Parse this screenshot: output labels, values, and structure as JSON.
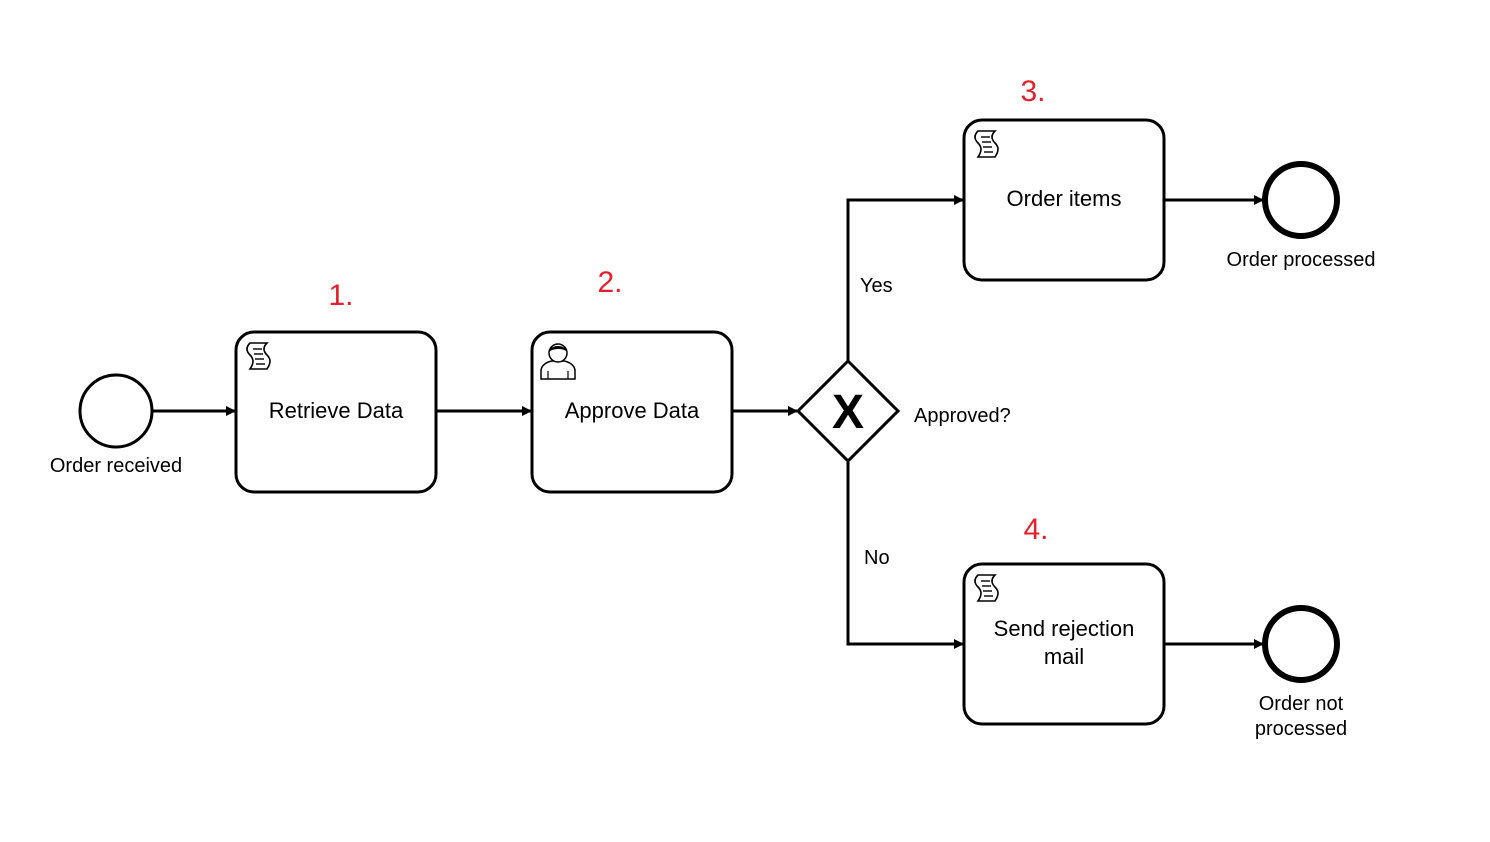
{
  "colors": {
    "step_number": "#e3202b",
    "stroke": "#000000",
    "background": "#ffffff"
  },
  "events": {
    "start": {
      "label": "Order received"
    },
    "end_processed": {
      "label": "Order processed"
    },
    "end_not_processed": {
      "label_line1": "Order not",
      "label_line2": "processed"
    }
  },
  "tasks": {
    "retrieve": {
      "number": "1.",
      "label": "Retrieve Data",
      "icon": "script-icon"
    },
    "approve": {
      "number": "2.",
      "label": "Approve Data",
      "icon": "user-icon"
    },
    "order_items": {
      "number": "3.",
      "label": "Order items",
      "icon": "script-icon"
    },
    "send_rejection": {
      "number": "4.",
      "label_line1": "Send rejection",
      "label_line2": "mail",
      "icon": "script-icon"
    }
  },
  "gateway": {
    "symbol": "X",
    "label": "Approved?"
  },
  "flows": {
    "yes_label": "Yes",
    "no_label": "No"
  }
}
